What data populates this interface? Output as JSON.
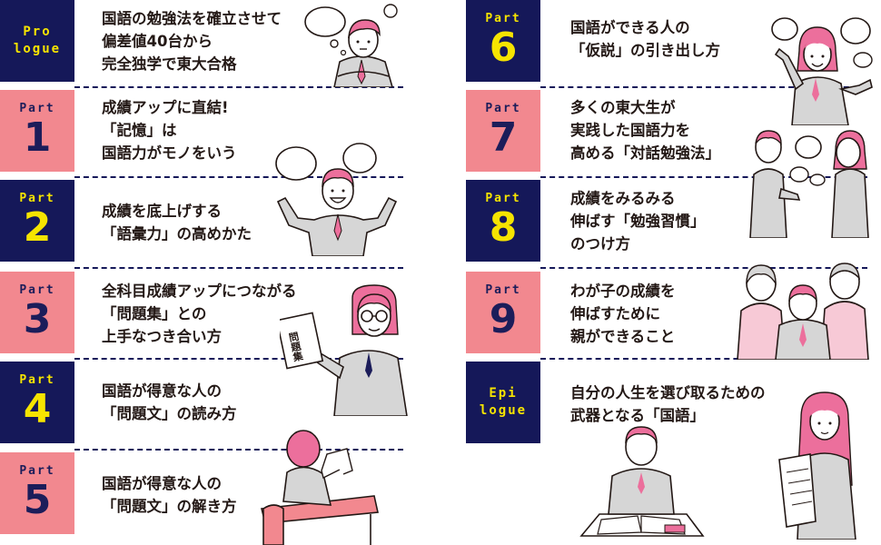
{
  "left_column": [
    {
      "id": "prologue",
      "badge_style": "navy",
      "badge_lines": [
        "Pro",
        "logue"
      ],
      "title_lines": [
        "国語の勉強法を確立させて",
        "偏差値40台から",
        "完全独学で東大合格"
      ]
    },
    {
      "id": "part1",
      "badge_style": "pink",
      "part_label": "Part",
      "number": "1",
      "title_lines": [
        "成績アップに直結!",
        "「記憶」は",
        "国語力がモノをいう"
      ]
    },
    {
      "id": "part2",
      "badge_style": "navy",
      "part_label": "Part",
      "number": "2",
      "title_lines": [
        "成績を底上げする",
        "「語彙力」の高めかた"
      ]
    },
    {
      "id": "part3",
      "badge_style": "pink",
      "part_label": "Part",
      "number": "3",
      "title_lines": [
        "全科目成績アップにつながる",
        "「問題集」との",
        "上手なつき合い方"
      ]
    },
    {
      "id": "part4",
      "badge_style": "navy",
      "part_label": "Part",
      "number": "4",
      "title_lines": [
        "国語が得意な人の",
        "「問題文」の読み方"
      ]
    },
    {
      "id": "part5",
      "badge_style": "pink",
      "part_label": "Part",
      "number": "5",
      "title_lines": [
        "国語が得意な人の",
        "「問題文」の解き方"
      ]
    }
  ],
  "right_column": [
    {
      "id": "part6",
      "badge_style": "navy",
      "part_label": "Part",
      "number": "6",
      "title_lines": [
        "国語ができる人の",
        "「仮説」の引き出し方"
      ]
    },
    {
      "id": "part7",
      "badge_style": "pink",
      "part_label": "Part",
      "number": "7",
      "title_lines": [
        "多くの東大生が",
        "実践した国語力を",
        "高める「対話勉強法」"
      ]
    },
    {
      "id": "part8",
      "badge_style": "navy",
      "part_label": "Part",
      "number": "8",
      "title_lines": [
        "成績をみるみる",
        "伸ばす「勉強習慣」",
        "のつけ方"
      ]
    },
    {
      "id": "part9",
      "badge_style": "pink",
      "part_label": "Part",
      "number": "9",
      "title_lines": [
        "わが子の成績を",
        "伸ばすために",
        "親ができること"
      ]
    },
    {
      "id": "epilogue",
      "badge_style": "navy",
      "badge_lines": [
        "Epi",
        "logue"
      ],
      "title_lines": [
        "自分の人生を選び取るための",
        "武器となる「国語」"
      ]
    }
  ],
  "book_label": "問題集",
  "colors": {
    "navy": "#151859",
    "yellow": "#f6e400",
    "pink": "#f2888f",
    "hair_pink": "#ec6f9c",
    "skin_pink": "#f7c9d6",
    "suit_gray": "#d6d6d6",
    "line": "#231815"
  }
}
